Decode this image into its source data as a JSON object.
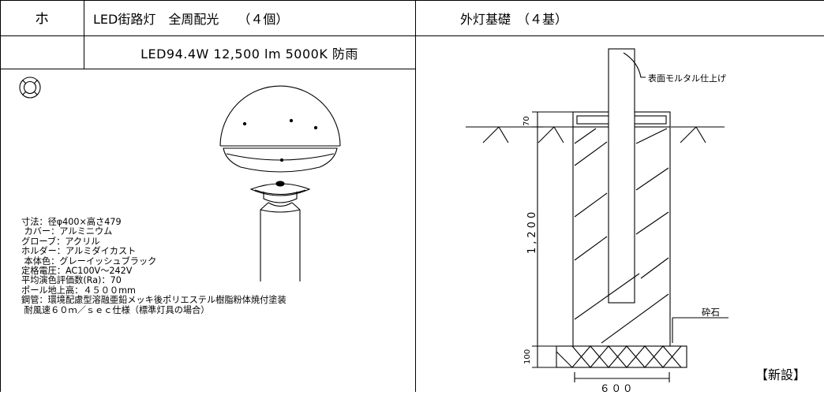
{
  "header": {
    "code": "ホ",
    "fixture_title": "LED街路灯　全周配光　　（４個）",
    "foundation_title": "外灯基礎　（４基）",
    "fixture_spec": "LED94.4W 12,500 lm 5000K 防雨"
  },
  "fixture_specs": [
    "寸法：径φ400×高さ479",
    " カバー：アルミニウム",
    "グローブ：アクリル",
    "ホルダー：アルミダイカスト",
    " 本体色：グレーイッシュブラック",
    "定格電圧：AC100V～242V",
    "平均演色評価数(Ra)：70",
    "ポール地上高：４５００mm",
    "鋼管：環境配慮型溶融亜鉛メッキ後ポリエステル樹脂粉体焼付塗装",
    " 耐風速６０ｍ／ｓｅｃ仕様（標準灯具の場合）"
  ],
  "foundation": {
    "finish_label": "表面モルタル仕上げ",
    "gravel_label": "砕石",
    "dim_top": "70",
    "dim_depth": "1,200",
    "dim_bottom": "100",
    "dim_width": "６００"
  },
  "status": "【新設】"
}
